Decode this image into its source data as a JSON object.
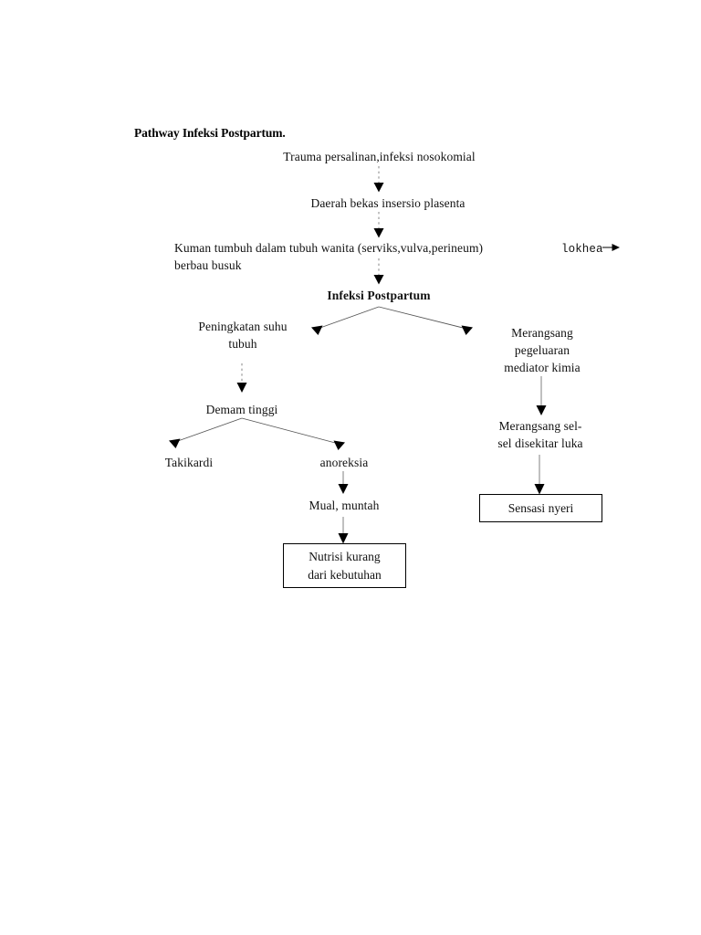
{
  "document": {
    "title": "Pathway Infeksi Postpartum.",
    "background_color": "#ffffff",
    "text_color": "#111111",
    "line_color": "#808080",
    "arrow_color": "#000000"
  },
  "nodes": {
    "trauma": "Trauma persalinan,infeksi nosokomial",
    "daerah": "Daerah bekas insersio plasenta",
    "kuman": "Kuman tumbuh dalam tubuh wanita  (serviks,vulva,perineum)\nberbau busuk",
    "lokhea": "lokhea",
    "infeksi": "Infeksi Postpartum",
    "peningkatan_suhu": "Peningkatan suhu\ntubuh",
    "merangsang_pegeluaran": "Merangsang\npegeluaran\nmediator kimia",
    "demam": "Demam tinggi",
    "merangsang_sel": "Merangsang sel-\nsel disekitar luka",
    "takikardi": "Takikardi",
    "anoreksia": "anoreksia",
    "mual": "Mual, muntah",
    "sensasi_nyeri": "Sensasi nyeri",
    "nutrisi": "Nutrisi kurang\ndari kebutuhan"
  },
  "edges": [
    {
      "name": "trauma-to-daerah",
      "style": "dotted"
    },
    {
      "name": "kuman-to-wanita",
      "style": "dotted"
    },
    {
      "name": "kuman-to-infeksi",
      "style": "dotted"
    },
    {
      "name": "lokhea-outward",
      "style": "solid"
    },
    {
      "name": "infeksi-to-peningkatan-suhu",
      "style": "solid"
    },
    {
      "name": "infeksi-to-merangsang-pegeluaran",
      "style": "solid"
    },
    {
      "name": "peningkatan-suhu-to-demam",
      "style": "dotted"
    },
    {
      "name": "merangsang-pegeluaran-to-merangsang-sel",
      "style": "solid"
    },
    {
      "name": "demam-to-takikardi",
      "style": "solid"
    },
    {
      "name": "demam-to-anoreksia",
      "style": "solid"
    },
    {
      "name": "anoreksia-to-mual",
      "style": "solid"
    },
    {
      "name": "merangsang-sel-to-sensasi-nyeri",
      "style": "solid"
    },
    {
      "name": "mual-to-nutrisi",
      "style": "solid"
    }
  ]
}
